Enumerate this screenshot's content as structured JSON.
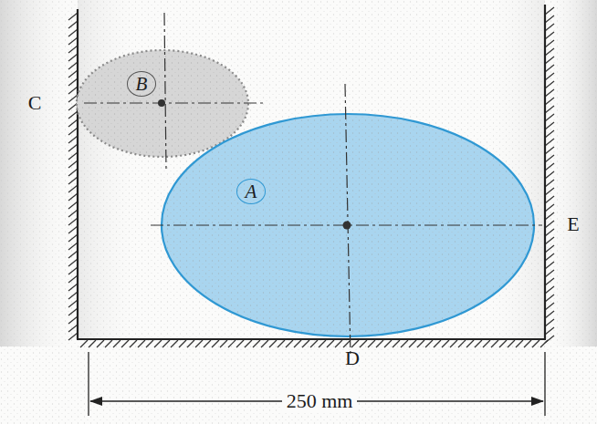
{
  "diagram": {
    "nodes": [
      {
        "text": [
          "B"
        ]
      },
      {
        "text": [
          "A"
        ]
      }
    ],
    "labels": [
      "C",
      "E",
      "D",
      "250 mm"
    ]
  }
}
